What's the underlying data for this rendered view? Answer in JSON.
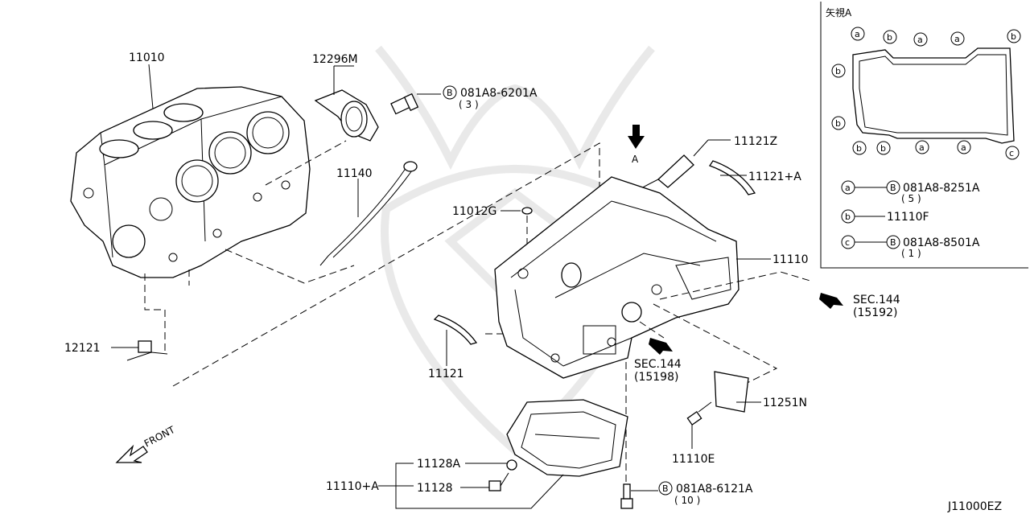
{
  "diagram_code": "J11000EZ",
  "view": {
    "title": "矢視A",
    "circle_a": "a",
    "circle_b": "b",
    "circle_c": "c",
    "legend": [
      {
        "mark": "a",
        "bolt": "B",
        "part": "081A8-8251A",
        "qty": "( 5 )"
      },
      {
        "mark": "b",
        "part": "11110F"
      },
      {
        "mark": "c",
        "bolt": "B",
        "part": "081A8-8501A",
        "qty": "( 1 )"
      }
    ]
  },
  "labels": {
    "p11010": "11010",
    "p12296m": "12296M",
    "bolt1_mark": "B",
    "bolt1_part": "081A8-6201A",
    "bolt1_qty": "( 3 )",
    "p11140": "11140",
    "arrow_a": "A",
    "p11121z": "11121Z",
    "p11121a": "11121+A",
    "p11012g": "11012G",
    "p11110": "11110",
    "sec144_1": "SEC.144",
    "sec144_1_ref": "(15192)",
    "sec144_2": "SEC.144",
    "sec144_2_ref": "(15198)",
    "p12121": "12121",
    "p11121": "11121",
    "front": "FRONT",
    "p11251n": "11251N",
    "p11110e": "11110E",
    "p11128a": "11128A",
    "p11110a": "11110+A",
    "p11128": "11128",
    "bolt2_mark": "B",
    "bolt2_part": "081A8-6121A",
    "bolt2_qty": "( 10 )"
  }
}
